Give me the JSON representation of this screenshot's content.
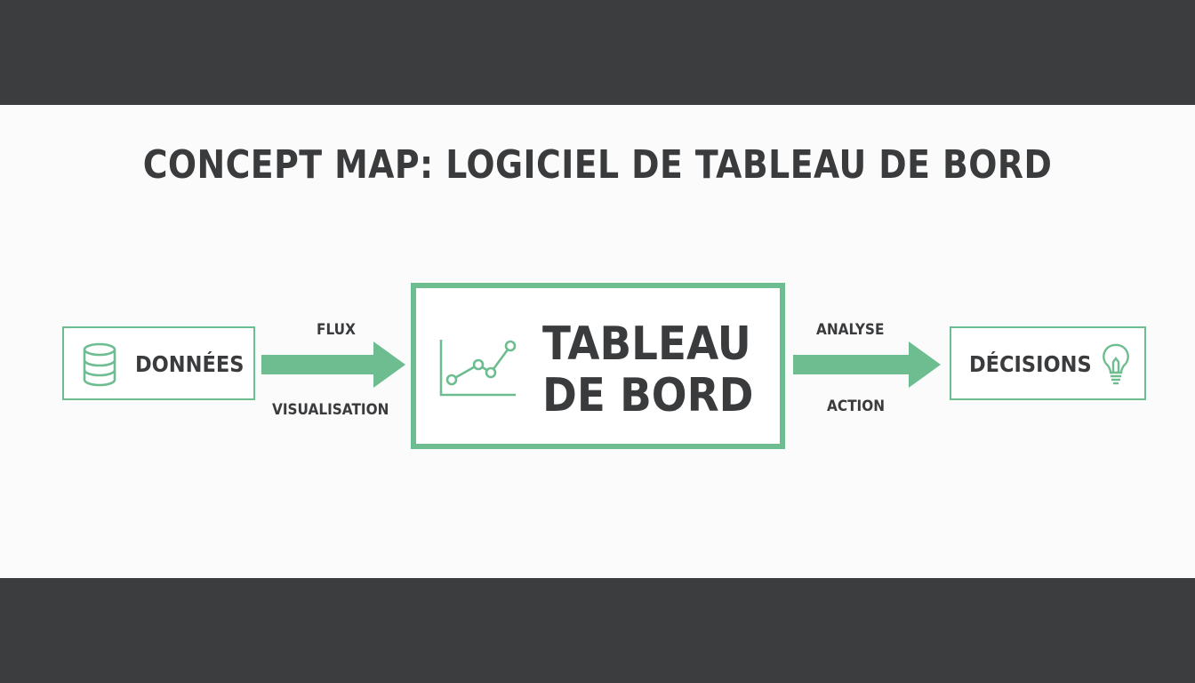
{
  "title": "CONCEPT MAP: LOGICIEL DE TABLEAU DE BORD",
  "colors": {
    "accent": "#6dbd91",
    "text": "#3a3b3d",
    "band": "#3c3d3f",
    "background": "#fbfbfb"
  },
  "nodes": {
    "source": {
      "label": "DONNÉES",
      "icon": "database-icon"
    },
    "center": {
      "line1": "TABLEAU",
      "line2": "DE BORD",
      "icon": "line-chart-icon"
    },
    "target": {
      "label": "DÉCISIONS",
      "icon": "lightbulb-icon"
    }
  },
  "edges": {
    "left": {
      "top_label": "FLUX",
      "bottom_label": "VISUALISATION"
    },
    "right": {
      "top_label": "ANALYSE",
      "bottom_label": "ACTION"
    }
  }
}
